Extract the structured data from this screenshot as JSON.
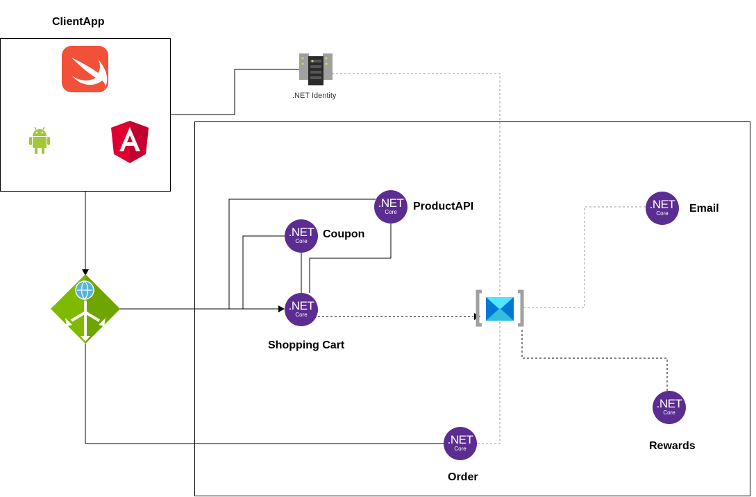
{
  "clientapp": {
    "title": "ClientApp"
  },
  "identity": {
    "label": ".NET Identity"
  },
  "services": {
    "productapi": {
      "label": "ProductAPI"
    },
    "coupon": {
      "label": "Coupon"
    },
    "shoppingcart": {
      "label": "Shopping Cart"
    },
    "email": {
      "label": "Email"
    },
    "rewards": {
      "label": "Rewards"
    },
    "order": {
      "label": "Order"
    }
  },
  "net_badge": {
    "line1": ".NET",
    "line2": "Core"
  },
  "icons": {
    "client": [
      "swift-icon",
      "android-icon",
      "angular-icon"
    ],
    "identity": "server-icon",
    "gateway": "api-gateway-icon",
    "bus": "service-bus-icon"
  },
  "colors": {
    "net": "#5c2d91",
    "gateway": "#7fba00",
    "angular": "#dd0031",
    "android": "#a4c639",
    "swift": "#f05138",
    "bus": "#50e6ff"
  }
}
